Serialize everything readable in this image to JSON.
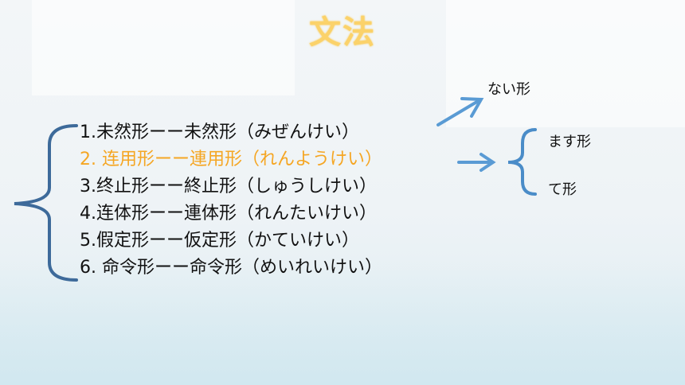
{
  "title": "文法",
  "forms": [
    {
      "text": "1.未然形ーー未然形（みぜんけい）",
      "highlight": false
    },
    {
      "text": "2. 连用形ーー連用形（れんようけい）",
      "highlight": true
    },
    {
      "text": "3.终止形ーー終止形（しゅうしけい）",
      "highlight": false
    },
    {
      "text": "4.连体形ーー連体形（れんたいけい）",
      "highlight": false
    },
    {
      "text": "5.假定形ーー仮定形（かていけい）",
      "highlight": false
    },
    {
      "text": "6. 命令形ーー命令形（めいれいけい）",
      "highlight": false
    }
  ],
  "branches": {
    "nai": "ない形",
    "masu": "ます形",
    "te": "て形"
  },
  "colors": {
    "title": "#fbd26a",
    "highlight": "#f5a623",
    "brace_main": "#3d6a9a",
    "arrow": "#5a9bd4",
    "brace_small": "#4a8cc8"
  }
}
